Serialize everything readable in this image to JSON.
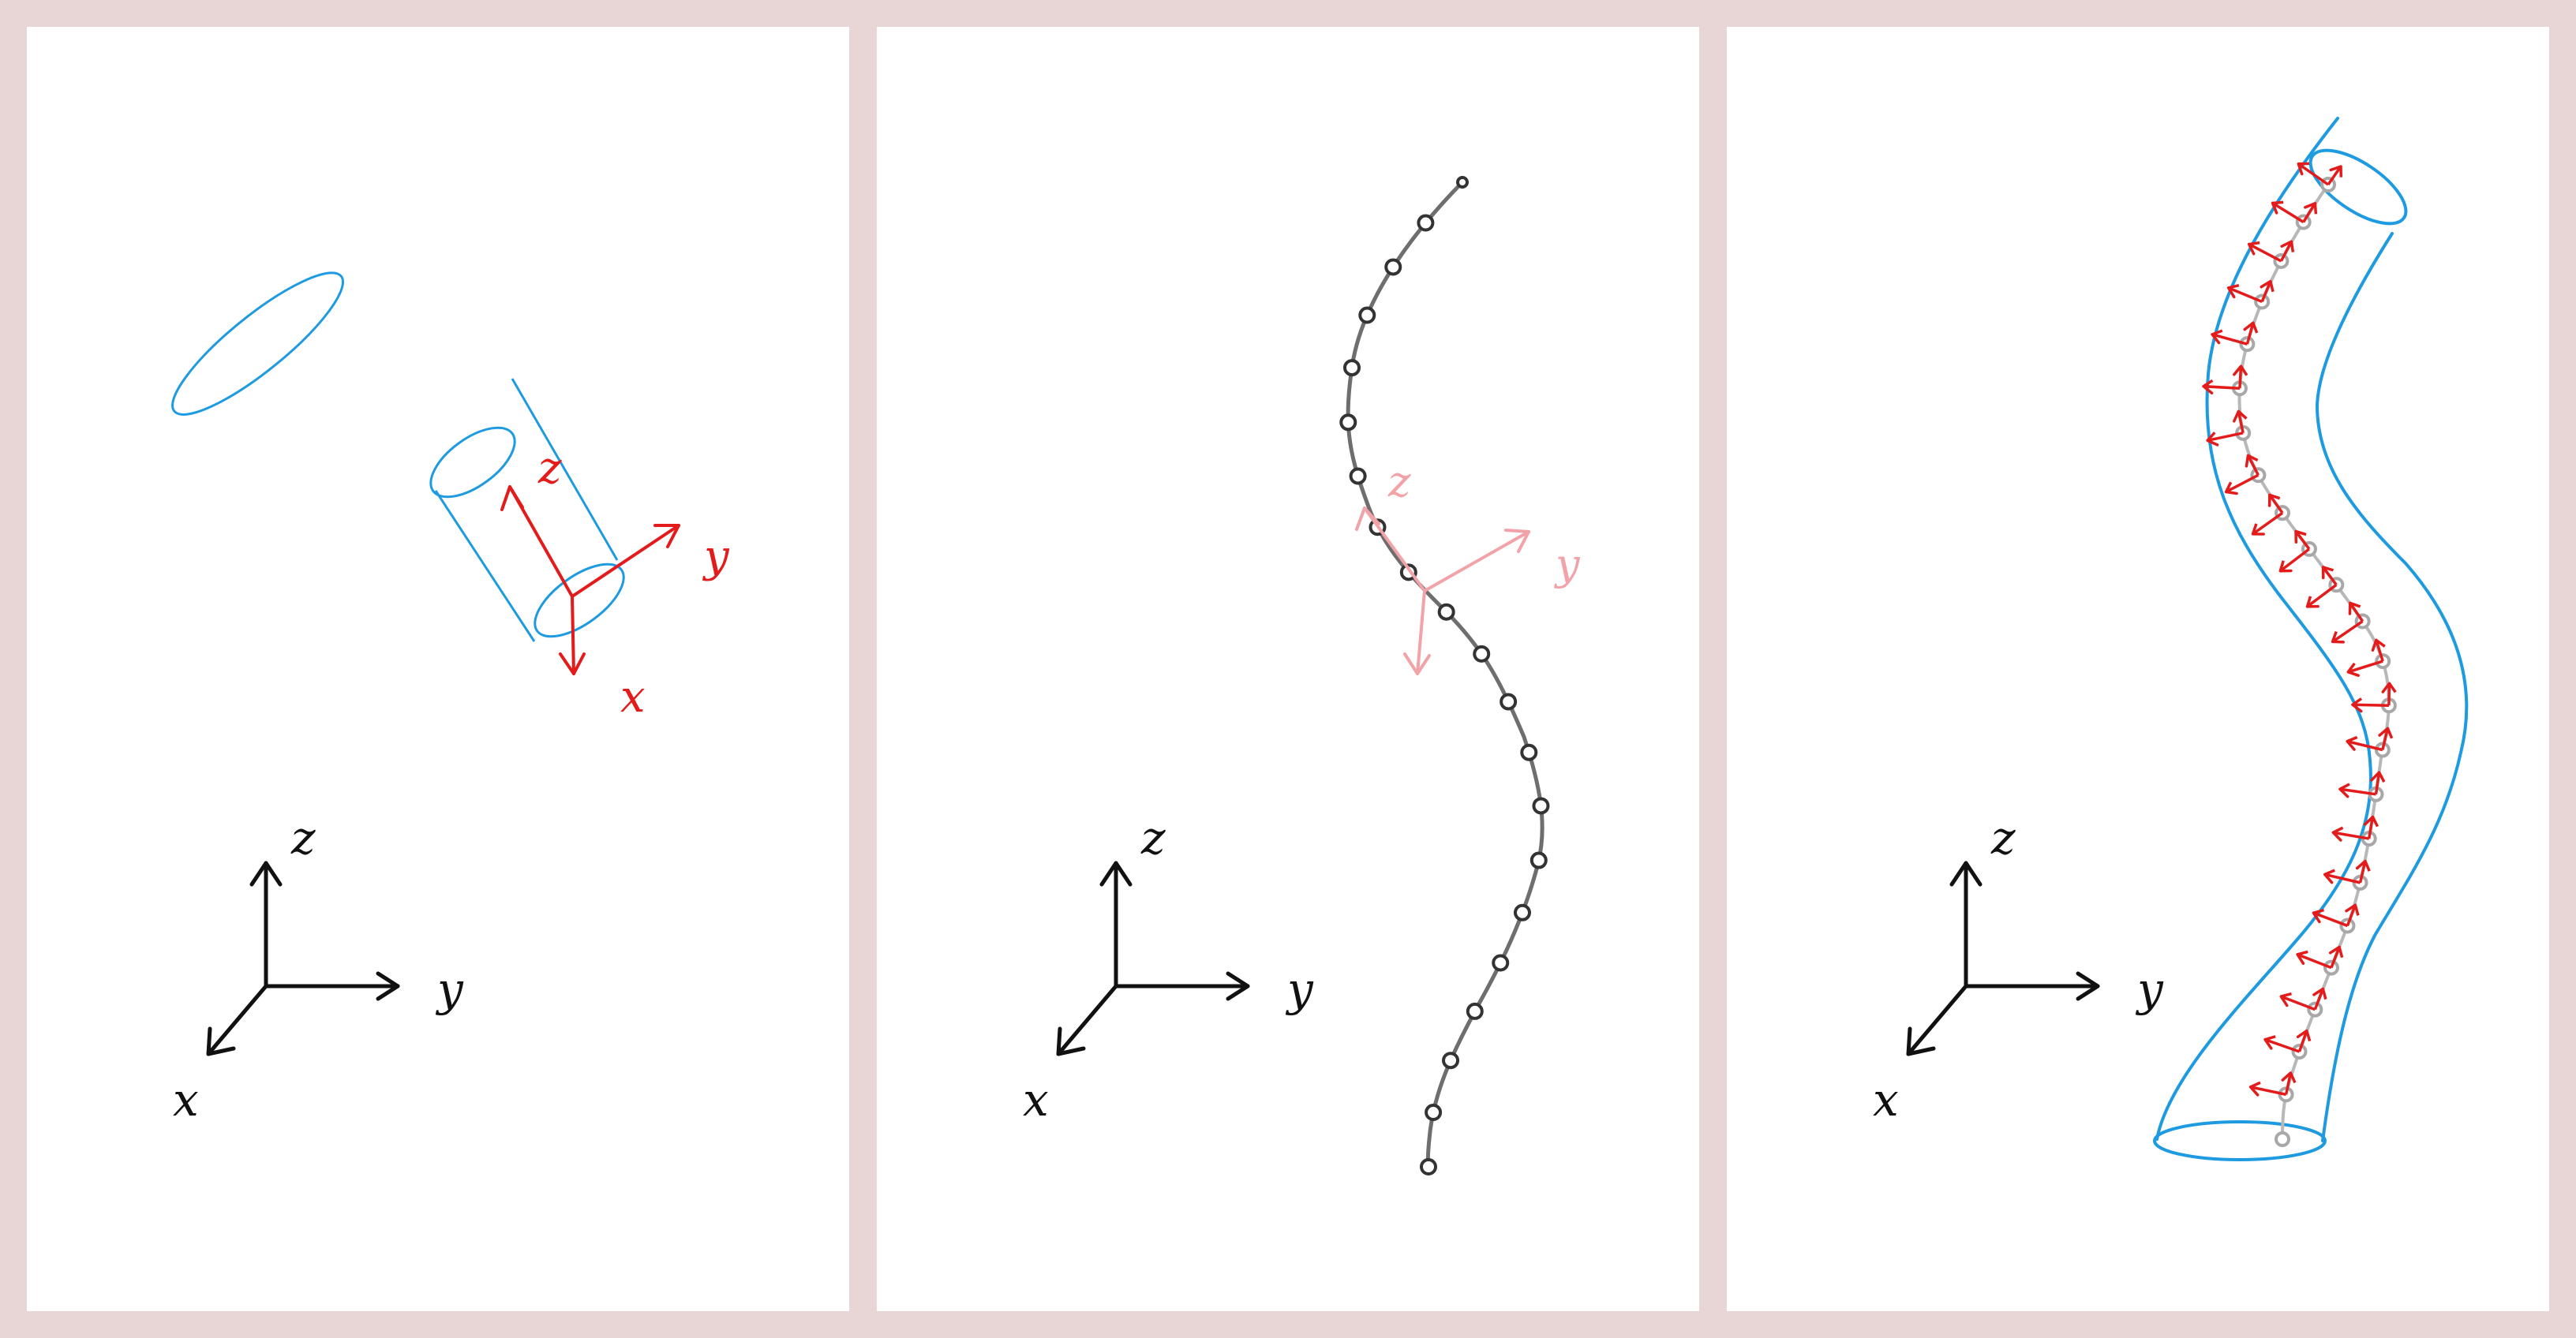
{
  "colors": {
    "background": "#e8d5d5",
    "panel": "#ffffff",
    "frame": "#1e9be0",
    "frame_axis": "#e31b1b",
    "frame_axis_faded": "#f2a3a8",
    "curve": "#6e6e6e",
    "world_axis": "#111111"
  },
  "panels": [
    {
      "world_axes": {
        "x": "x",
        "y": "y",
        "z": "z"
      },
      "local_axes": {
        "x": "x",
        "y": "y",
        "z": "z"
      }
    },
    {
      "world_axes": {
        "x": "x",
        "y": "y",
        "z": "z"
      },
      "local_axes": {
        "y": "y",
        "z": "z"
      }
    },
    {
      "world_axes": {
        "x": "x",
        "y": "y",
        "z": "z"
      }
    }
  ]
}
